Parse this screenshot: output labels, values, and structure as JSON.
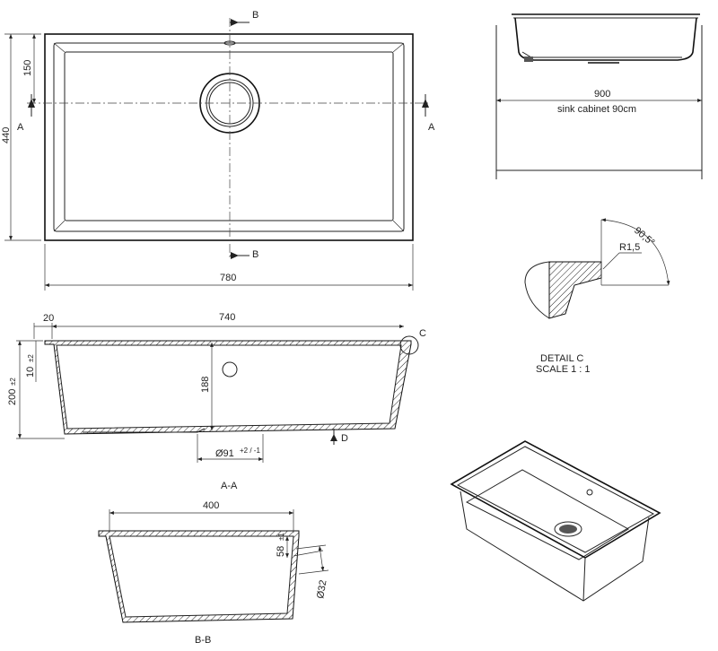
{
  "top_view": {
    "dim_width": "780",
    "dim_height": "440",
    "dim_drain_offset": "150",
    "section_a": "A",
    "section_b": "B"
  },
  "cabinet_view": {
    "dim_width": "900",
    "caption": "sink cabinet 90cm"
  },
  "detail_c": {
    "radius": "R1,5",
    "angle": "90,5°",
    "title": "DETAIL C",
    "scale": "SCALE 1 : 1"
  },
  "section_aa": {
    "dim_rim": "20",
    "dim_inner_width": "740",
    "dim_depth": "188",
    "dim_height": "200",
    "dim_height_tol": "±2",
    "dim_lip": "10",
    "dim_lip_tol": "±2",
    "dim_drain": "Ø91",
    "dim_drain_tol": "+2 / -1",
    "detail_marker": "C",
    "detail_d": "D",
    "title": "A-A"
  },
  "section_bb": {
    "dim_width": "400",
    "dim_overflow": "58",
    "dim_overflow_tol": "±1",
    "dim_overflow_dia": "Ø32",
    "title": "B-B"
  }
}
